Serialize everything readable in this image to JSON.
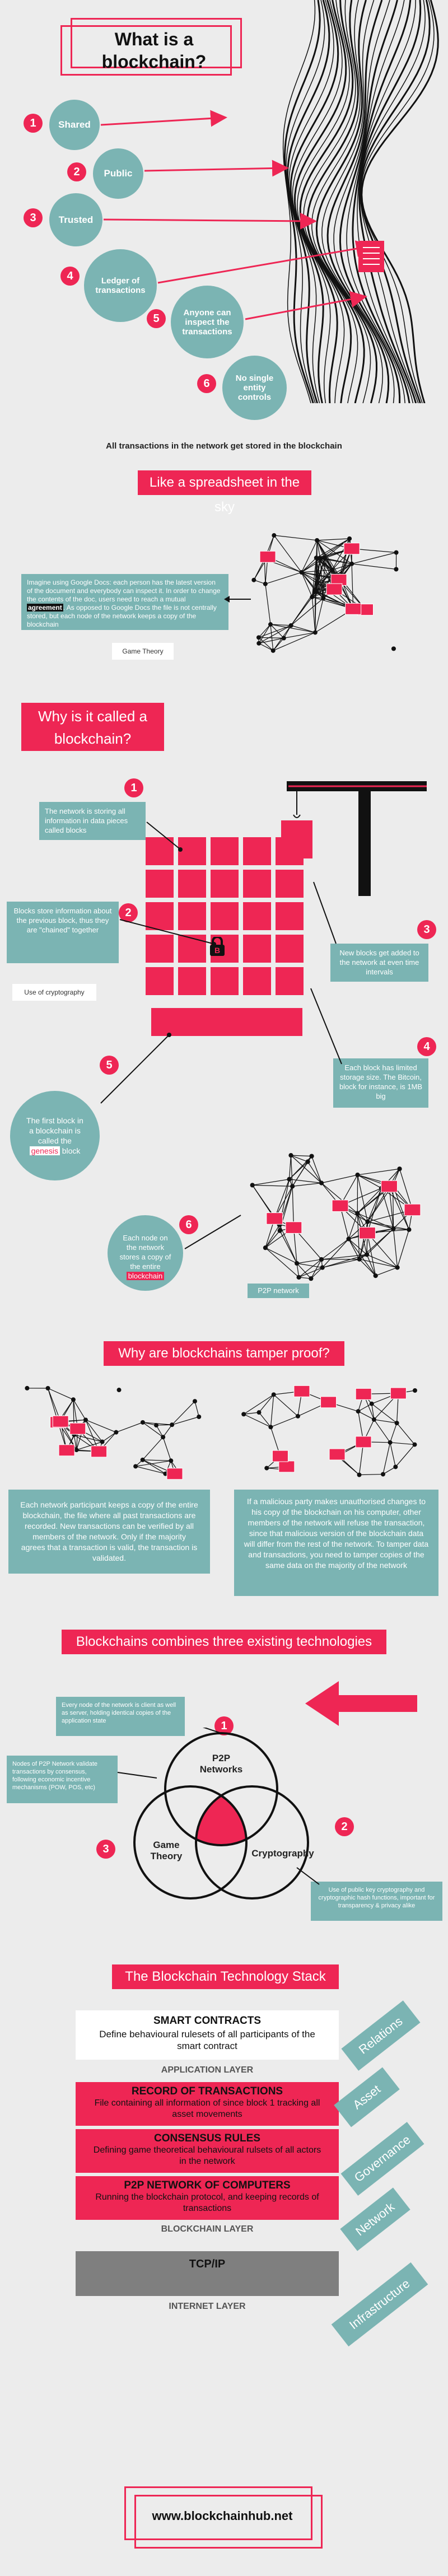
{
  "header": {
    "title_line1": "What is a",
    "title_line2": "blockchain?"
  },
  "properties": [
    {
      "num": "1",
      "label": "Shared"
    },
    {
      "num": "2",
      "label": "Public"
    },
    {
      "num": "3",
      "label": "Trusted"
    },
    {
      "num": "4",
      "label": "Ledger of transactions"
    },
    {
      "num": "5",
      "label": "Anyone can inspect the transactions"
    },
    {
      "num": "6",
      "label": "No single entity controls"
    }
  ],
  "caption_all": "All transactions in the network get stored in the blockchain",
  "spreadsheet": {
    "banner": "Like a spreadsheet in the sky",
    "text_before": "Imagine using Google Docs: each person has the latest version of the document and everybody can inspect it. In order to change the contents of the doc, users need to reach a mutual ",
    "text_bold": "agreement",
    "text_after": ". As opposed to Google Docs the file is not centrally stored, but each node of the network keeps a copy of the blockchain",
    "game_theory": "Game Theory"
  },
  "why": {
    "banner_line1": "Why is it called a",
    "banner_line2": "blockchain?",
    "n1": "1",
    "n2": "2",
    "n3": "3",
    "n4": "4",
    "n5": "5",
    "n6": "6",
    "t1": "The network is storing all information in data pieces called blocks",
    "t2": "Blocks store information about the previous block, thus they are \"chained\" together",
    "t2_tag": "Use of cryptography",
    "t3": "New blocks get added to the network at even time intervals",
    "t4": "Each block has limited storage size. The Bitcoin, block for instance, is 1MB big",
    "t5_before": "The first block in a blockchain is called the ",
    "t5_tag": "genesis",
    "t5_after": " block",
    "t6_before": "Each node on the network stores a copy of the entire ",
    "t6_tag": "blockchain",
    "p2p_label": "P2P network",
    "lock_label": "B"
  },
  "tamper": {
    "banner": "Why are blockchains tamper proof?",
    "left": "Each network participant keeps a copy of the entire blockchain, the file where all past transactions are recorded. New transactions can be verified by all members of the network. Only if the majority agrees that a transaction is valid, the transaction is validated.",
    "right": "If a malicious party makes unauthorised changes to his copy of the blockchain on his computer, other members of the network will refuse the transaction, since that malicious version of the blockchain data will differ from the rest of the network. To tamper data and transactions, you need to tamper copies of the same data on the majority of the network"
  },
  "combines": {
    "banner": "Blockchains combines three existing technologies",
    "n1": "1",
    "n2": "2",
    "n3": "3",
    "p2p": "P2P Networks",
    "game": "Game Theory",
    "crypto": "Cryptography",
    "note1": "Every node of the network is client as well as server, holding identical copies of the application state",
    "note3": "Nodes of P2P Network validate transactions by consensus, following economic incentive mechanisms (POW, POS, etc)",
    "note2": "Use of public key cryptography and cryptographic hash functions, important for transparency & privacy alike"
  },
  "stack": {
    "banner": "The Blockchain Technology Stack",
    "smart_title": "SMART CONTRACTS",
    "smart_text": "Define behavioural rulesets of all participants of the smart contract",
    "app_layer": "APPLICATION LAYER",
    "record_title": "RECORD OF TRANSACTIONS",
    "record_text": "File containing all information of since block 1 tracking all asset movements",
    "consensus_title": "CONSENSUS RULES",
    "consensus_text": "Defining game theoretical behavioural rulsets of all actors in the network",
    "p2p_title": "P2P NETWORK OF COMPUTERS",
    "p2p_text": "Running the blockchain protocol, and keeping records of transactions",
    "bc_layer": "BLOCKCHAIN LAYER",
    "tcp_title": "TCP/IP",
    "inet_layer": "INTERNET LAYER",
    "tag_relations": "Relations",
    "tag_asset": "Asset",
    "tag_governance": "Governance",
    "tag_network": "Network",
    "tag_infra": "Infrastructure"
  },
  "footer": {
    "url": "www.blockchainhub.net"
  },
  "colors": {
    "accent": "#ee2654",
    "teal": "#7bb4b3",
    "background": "#ececec"
  }
}
